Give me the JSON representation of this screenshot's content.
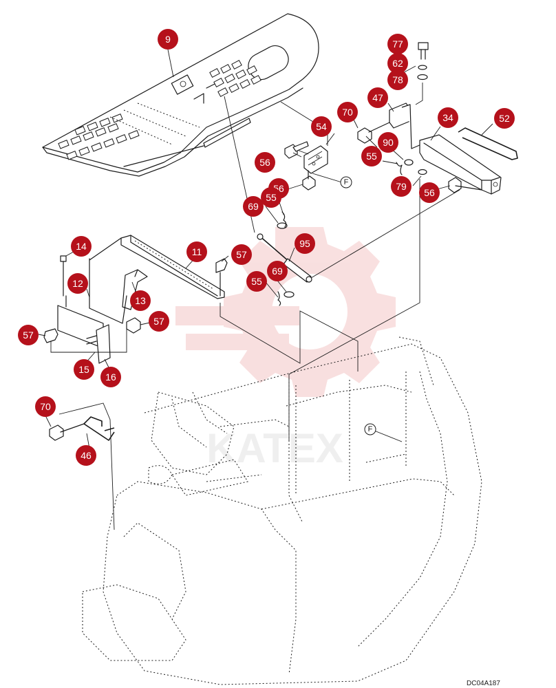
{
  "drawing_code": "DC04A187",
  "watermark_text": "KATEX",
  "reference_marker": "F",
  "callouts": {
    "c9": "9",
    "c77": "77",
    "c62": "62",
    "c78": "78",
    "c47": "47",
    "c70a": "70",
    "c34": "34",
    "c52": "52",
    "c54": "54",
    "c90": "90",
    "c55a": "55",
    "c56a": "56",
    "c79": "79",
    "c56b": "56",
    "c56c": "56",
    "c69a": "69",
    "c55b": "55",
    "c95": "95",
    "c11": "11",
    "c57a": "57",
    "c14": "14",
    "c12": "12",
    "c13": "13",
    "c69b": "69",
    "c55c": "55",
    "c57b": "57",
    "c57c": "57",
    "c15": "15",
    "c16": "16",
    "c70b": "70",
    "c46": "46"
  },
  "colors": {
    "callout_fill": "#b5111b",
    "callout_text": "#ffffff",
    "line": "#1a1a1a",
    "watermark": "#f4c6c6"
  }
}
